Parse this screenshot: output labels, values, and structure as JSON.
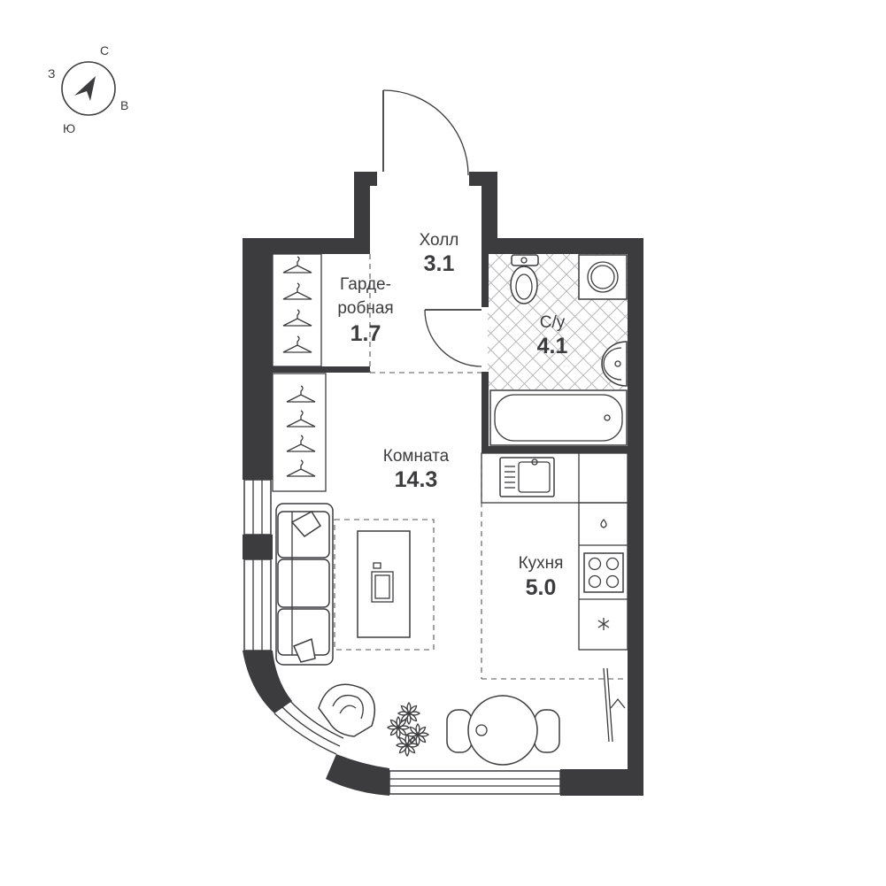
{
  "compass": {
    "north": "С",
    "east": "В",
    "south": "Ю",
    "west": "З"
  },
  "rooms": {
    "hall": {
      "name": "Холл",
      "area": "3.1"
    },
    "wardrobe": {
      "name_line1": "Гарде-",
      "name_line2": "робная",
      "area": "1.7"
    },
    "bathroom": {
      "name": "С/у",
      "area": "4.1"
    },
    "living": {
      "name": "Комната",
      "area": "14.3"
    },
    "kitchen": {
      "name": "Кухня",
      "area": "5.0"
    }
  },
  "colors": {
    "wall": "#3c3c3e",
    "tile": "#b9b9bb",
    "background": "#ffffff"
  },
  "icons": [
    "compass-icon",
    "toilet-icon",
    "washing-machine-icon",
    "sink-icon",
    "bathtub-icon",
    "kitchen-sink-icon",
    "stove-icon",
    "sofa-icon",
    "armchair-icon",
    "plant-icon",
    "table-icon",
    "hanger-icon",
    "laptop-icon"
  ]
}
